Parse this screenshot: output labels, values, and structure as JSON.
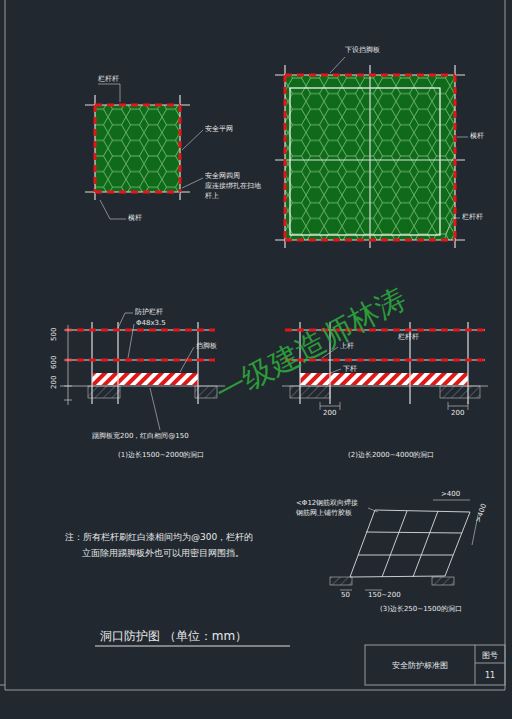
{
  "diagram": {
    "title": "洞口防护图 （单位：mm）",
    "nodes": [
      {
        "text": [
          "安全防护标准图"
        ]
      },
      {
        "text": [
          "图号",
          "11"
        ]
      }
    ],
    "labels": [
      "栏杆杆",
      "安全平网",
      "安全网四周",
      "应连接绑扎在扫地",
      "杆上",
      "横杆",
      "下设挡脚板",
      "横杆",
      "栏杆杆",
      "防护栏杆",
      "Φ48x3.5",
      "挡脚板",
      "500",
      "600",
      "200",
      "上杆",
      "栏杆杆",
      "下杆",
      "200",
      "200",
      "踢脚板宽200，红白相间@150",
      "(1)边长1500~2000的洞口",
      "(2)边长2000~4000的洞口",
      "<Φ12钢筋双向焊接",
      "钢筋网上铺竹胶板",
      ">400",
      ">400",
      "50",
      "150~200",
      "(3)边长250~1500的洞口",
      "注：所有栏杆刷红白漆相间均为@300，栏杆的",
      "立面除用踢脚板外也可以用密目网围挡。",
      "一级建造师林涛"
    ]
  }
}
